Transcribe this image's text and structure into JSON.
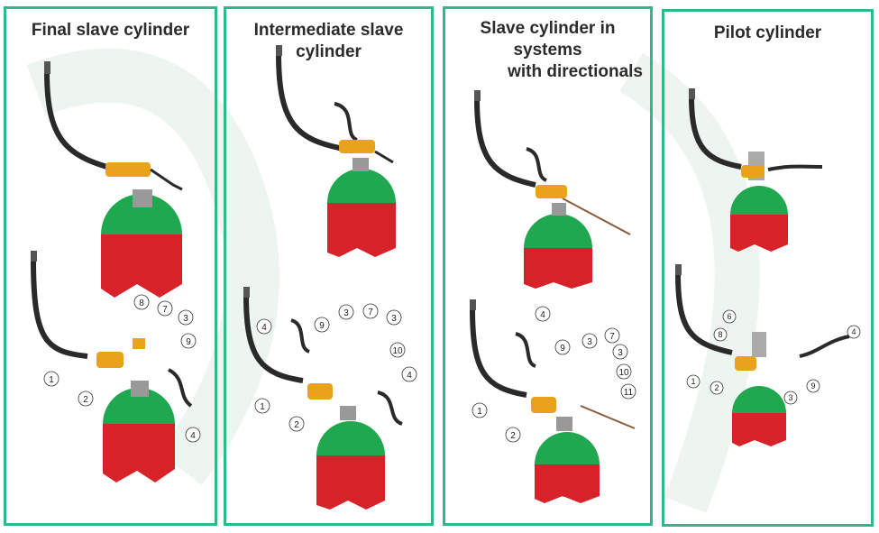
{
  "panels": [
    {
      "title_lines": [
        "Final slave cylinder"
      ],
      "top_labels": [],
      "bottom_labels": [
        "1",
        "2",
        "8",
        "7",
        "3",
        "9",
        "4"
      ]
    },
    {
      "title_lines": [
        "Intermediate slave cylinder"
      ],
      "top_labels": [],
      "bottom_labels": [
        "1",
        "2",
        "4",
        "9",
        "3",
        "7",
        "3",
        "10",
        "4"
      ]
    },
    {
      "title_lines": [
        "Slave cylinder in systems",
        "with directionals"
      ],
      "top_labels": [],
      "bottom_labels": [
        "1",
        "2",
        "4",
        "9",
        "3",
        "7",
        "3",
        "10",
        "11"
      ]
    },
    {
      "title_lines": [
        "Pilot cylinder"
      ],
      "top_labels": [],
      "bottom_labels": [
        "1",
        "2",
        "3",
        "9",
        "4",
        "6",
        "8"
      ]
    }
  ],
  "colors": {
    "border": "#2fb98b",
    "green": "#1fa84f",
    "red": "#d8222a",
    "valve": "#e8a21c",
    "hose": "#2a2a2a"
  }
}
